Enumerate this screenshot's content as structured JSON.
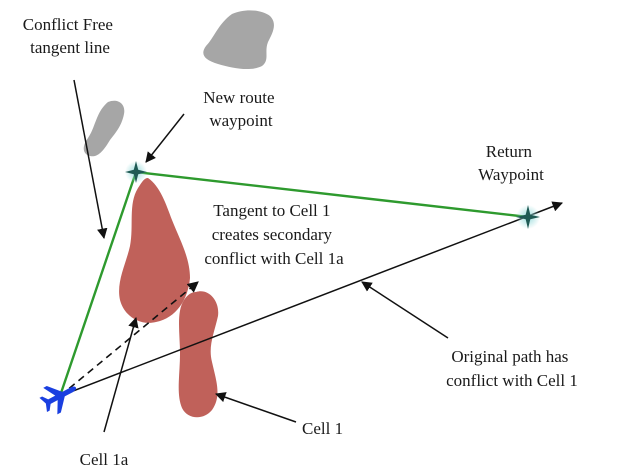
{
  "labels": {
    "conflict_free_tangent": [
      "Conflict Free",
      "tangent line"
    ],
    "new_route_waypoint": [
      "New route",
      "waypoint"
    ],
    "return_waypoint": [
      "Return",
      "Waypoint"
    ],
    "tangent_secondary_conflict": [
      "Tangent to Cell 1",
      "creates secondary",
      "conflict with Cell 1a"
    ],
    "original_path_conflict": [
      "Original path has",
      "conflict with Cell 1"
    ],
    "cell_1": "Cell 1",
    "cell_1a": "Cell 1a"
  },
  "colors": {
    "weather_cell": "#c0615a",
    "distant_cell": "#a6a6a6",
    "route_line": "#2e9a2e",
    "path_line": "#111111",
    "aircraft": "#1a3fe0",
    "waypoint": "#1f5a54"
  },
  "icons": {
    "aircraft": "airplane-icon",
    "waypoint": "waypoint-star-icon"
  }
}
